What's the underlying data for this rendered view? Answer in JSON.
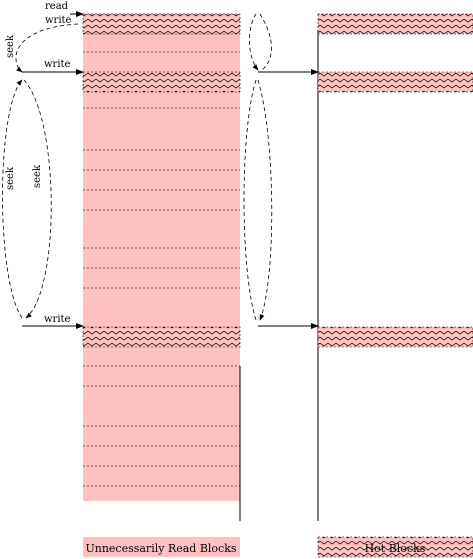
{
  "labels": {
    "read": "read",
    "write_top": "write",
    "write_second": "write",
    "write_bottom": "write",
    "seek_top": "seek",
    "seek_left_long": "seek",
    "seek_inner": "seek"
  },
  "legend": {
    "unnecessarily_read": "Unnecessarily Read Blocks",
    "hot_blocks": "Hot Blocks"
  },
  "colors": {
    "block_fill": "#ffc0c0",
    "line": "#000000"
  }
}
